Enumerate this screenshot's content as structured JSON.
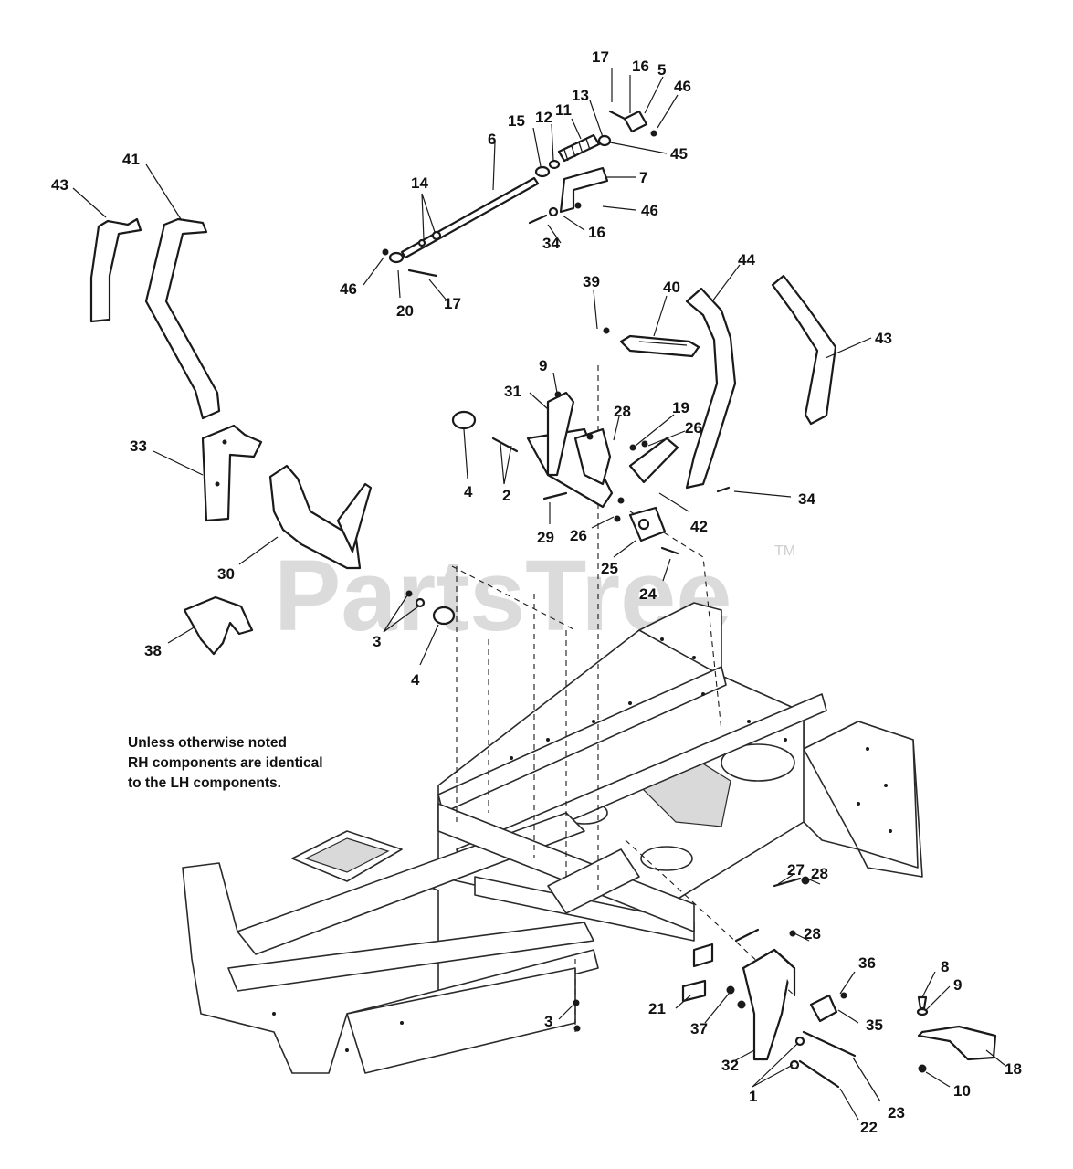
{
  "watermark": {
    "brand": "PartsTree",
    "mark": "TM"
  },
  "note": [
    "Unless otherwise noted",
    "RH components are identical",
    "to the LH components."
  ],
  "callouts": [
    {
      "id": "c17a",
      "label": "17"
    },
    {
      "id": "c16a",
      "label": "16"
    },
    {
      "id": "c5",
      "label": "5"
    },
    {
      "id": "c46a",
      "label": "46"
    },
    {
      "id": "c13",
      "label": "13"
    },
    {
      "id": "c11",
      "label": "11"
    },
    {
      "id": "c12",
      "label": "12"
    },
    {
      "id": "c15",
      "label": "15"
    },
    {
      "id": "c6",
      "label": "6"
    },
    {
      "id": "c45",
      "label": "45"
    },
    {
      "id": "c7",
      "label": "7"
    },
    {
      "id": "c46b",
      "label": "46"
    },
    {
      "id": "c16b",
      "label": "16"
    },
    {
      "id": "c34a",
      "label": "34"
    },
    {
      "id": "c14",
      "label": "14"
    },
    {
      "id": "c46c",
      "label": "46"
    },
    {
      "id": "c20",
      "label": "20"
    },
    {
      "id": "c17b",
      "label": "17"
    },
    {
      "id": "c41",
      "label": "41"
    },
    {
      "id": "c43a",
      "label": "43"
    },
    {
      "id": "c39",
      "label": "39"
    },
    {
      "id": "c40",
      "label": "40"
    },
    {
      "id": "c44",
      "label": "44"
    },
    {
      "id": "c43b",
      "label": "43"
    },
    {
      "id": "c9a",
      "label": "9"
    },
    {
      "id": "c31",
      "label": "31"
    },
    {
      "id": "c28a",
      "label": "28"
    },
    {
      "id": "c19",
      "label": "19"
    },
    {
      "id": "c26a",
      "label": "26"
    },
    {
      "id": "c34b",
      "label": "34"
    },
    {
      "id": "c33",
      "label": "33"
    },
    {
      "id": "c4a",
      "label": "4"
    },
    {
      "id": "c2",
      "label": "2"
    },
    {
      "id": "c29",
      "label": "29"
    },
    {
      "id": "c26b",
      "label": "26"
    },
    {
      "id": "c42",
      "label": "42"
    },
    {
      "id": "c25",
      "label": "25"
    },
    {
      "id": "c24",
      "label": "24"
    },
    {
      "id": "c30",
      "label": "30"
    },
    {
      "id": "c3a",
      "label": "3"
    },
    {
      "id": "c38",
      "label": "38"
    },
    {
      "id": "c4b",
      "label": "4"
    },
    {
      "id": "c27",
      "label": "27"
    },
    {
      "id": "c28b",
      "label": "28"
    },
    {
      "id": "c28c",
      "label": "28"
    },
    {
      "id": "c36",
      "label": "36"
    },
    {
      "id": "c8",
      "label": "8"
    },
    {
      "id": "c9b",
      "label": "9"
    },
    {
      "id": "c3b",
      "label": "3"
    },
    {
      "id": "c21",
      "label": "21"
    },
    {
      "id": "c37",
      "label": "37"
    },
    {
      "id": "c35",
      "label": "35"
    },
    {
      "id": "c18",
      "label": "18"
    },
    {
      "id": "c32",
      "label": "32"
    },
    {
      "id": "c1",
      "label": "1"
    },
    {
      "id": "c23",
      "label": "23"
    },
    {
      "id": "c10",
      "label": "10"
    },
    {
      "id": "c22",
      "label": "22"
    }
  ]
}
